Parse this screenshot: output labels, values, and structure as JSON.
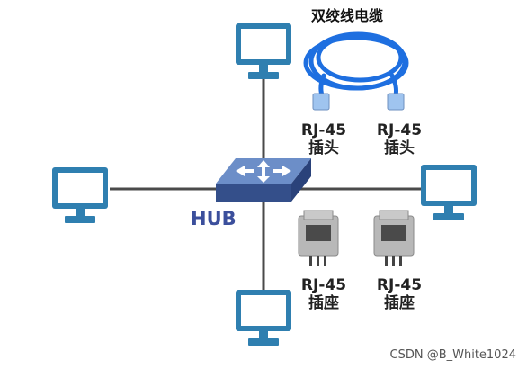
{
  "hub": {
    "label": "HUB"
  },
  "cable": {
    "title": "双绞线电缆"
  },
  "plugs": [
    {
      "line1": "RJ-45",
      "line2": "插头"
    },
    {
      "line1": "RJ-45",
      "line2": "插头"
    }
  ],
  "jacks": [
    {
      "line1": "RJ-45",
      "line2": "插座"
    },
    {
      "line1": "RJ-45",
      "line2": "插座"
    }
  ],
  "computers": [
    "top",
    "left",
    "right",
    "bottom"
  ],
  "colors": {
    "line": "#4a4a4a",
    "monitor_frame": "#2f7fb0",
    "monitor_screen": "#ffffff",
    "hub_top": "#6c8ec8",
    "hub_side": "#344f8a",
    "cable": "#1e6fe0",
    "jack_body": "#b8b8b8",
    "hub_label": "#3b4f9c"
  },
  "watermark": "CSDN @B_White1024"
}
